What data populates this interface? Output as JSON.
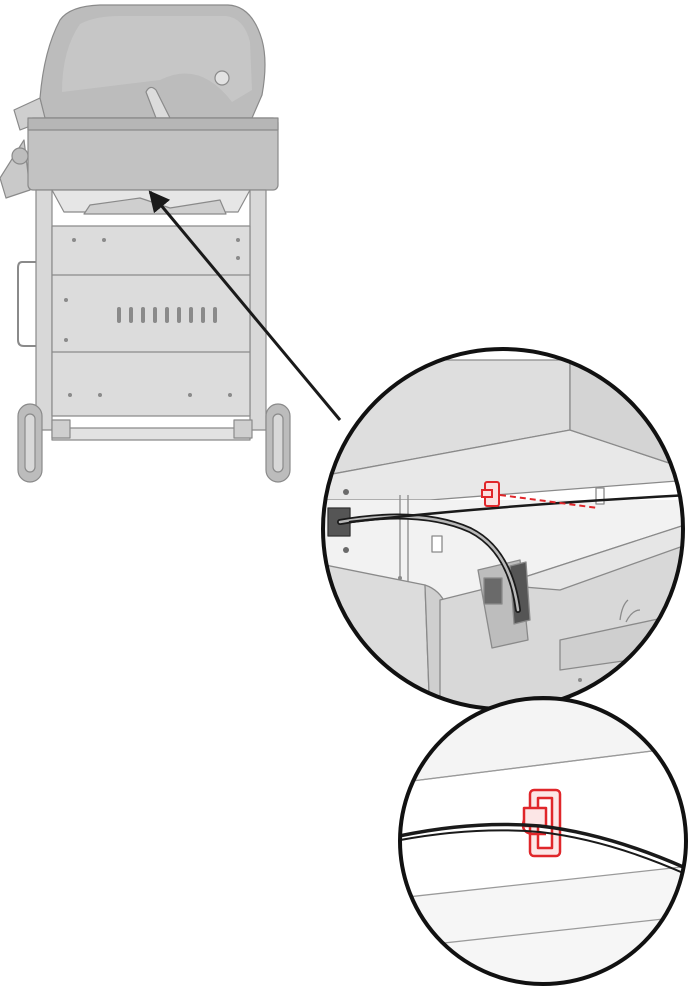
{
  "figure": {
    "type": "assembly-instruction-illustration",
    "subject": "grill",
    "callouts": [
      {
        "name": "detail-1",
        "contents": [
          "cable",
          "clip",
          "connector"
        ]
      },
      {
        "name": "detail-2",
        "contents": [
          "cable",
          "clip"
        ]
      }
    ],
    "colors": {
      "outline": "#1a1a1a",
      "grill_fill": "#d0d0d0",
      "grill_light": "#e6e6e6",
      "grill_stroke": "#8a8a8a",
      "accent": "#e0262a",
      "background": "#ffffff"
    },
    "icons": [
      "arrow-icon",
      "clip-icon",
      "cable-icon"
    ]
  }
}
